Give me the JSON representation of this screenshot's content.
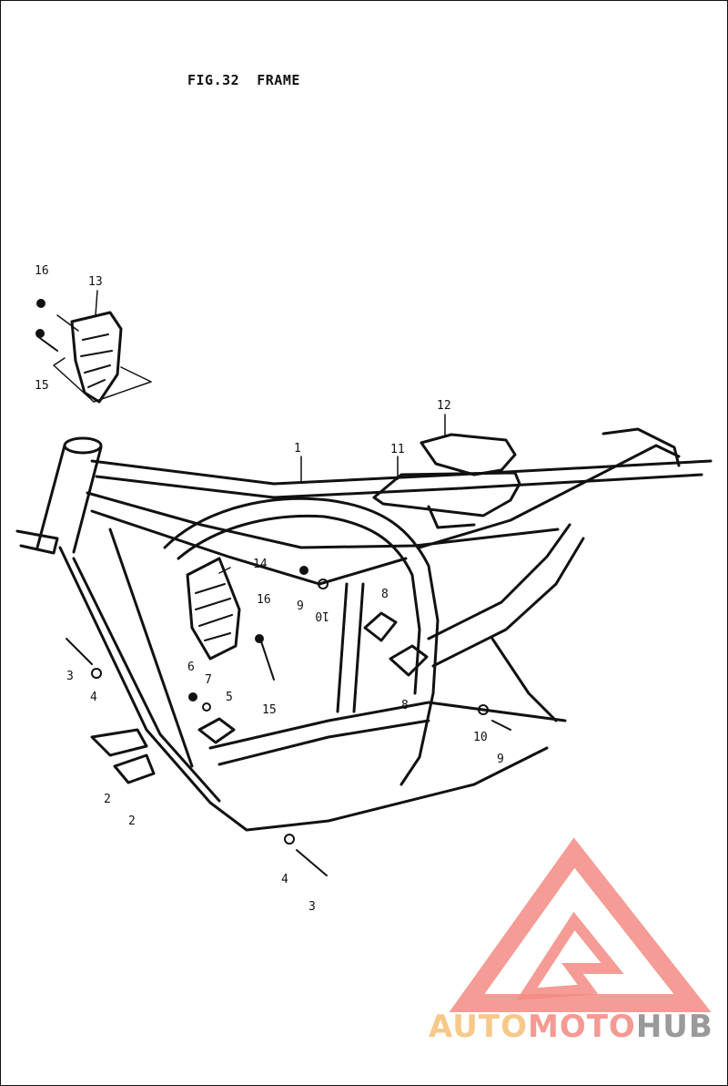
{
  "figure": {
    "title": "FIG.32  FRAME"
  },
  "parts": [
    {
      "id": "callout-1",
      "number": "1"
    },
    {
      "id": "callout-2a",
      "number": "2"
    },
    {
      "id": "callout-2b",
      "number": "2"
    },
    {
      "id": "callout-3a",
      "number": "3"
    },
    {
      "id": "callout-3b",
      "number": "3"
    },
    {
      "id": "callout-4a",
      "number": "4"
    },
    {
      "id": "callout-4b",
      "number": "4"
    },
    {
      "id": "callout-5",
      "number": "5"
    },
    {
      "id": "callout-6",
      "number": "6"
    },
    {
      "id": "callout-7",
      "number": "7"
    },
    {
      "id": "callout-8a",
      "number": "8"
    },
    {
      "id": "callout-8b",
      "number": "8"
    },
    {
      "id": "callout-9a",
      "number": "9"
    },
    {
      "id": "callout-9b",
      "number": "9"
    },
    {
      "id": "callout-10a",
      "number": "10"
    },
    {
      "id": "callout-10b",
      "number": "10"
    },
    {
      "id": "callout-11",
      "number": "11"
    },
    {
      "id": "callout-12",
      "number": "12"
    },
    {
      "id": "callout-13",
      "number": "13"
    },
    {
      "id": "callout-14",
      "number": "14"
    },
    {
      "id": "callout-15a",
      "number": "15"
    },
    {
      "id": "callout-15b",
      "number": "15"
    },
    {
      "id": "callout-16a",
      "number": "16"
    },
    {
      "id": "callout-16b",
      "number": "16"
    }
  ],
  "watermark": {
    "part1": "AUTO",
    "part2": "MOTO",
    "part3": "HUB",
    "color_auto": "#f6c98a",
    "color_moto": "#f59a93",
    "color_hub": "#9a9a9a",
    "logo_color": "#f28b82"
  }
}
